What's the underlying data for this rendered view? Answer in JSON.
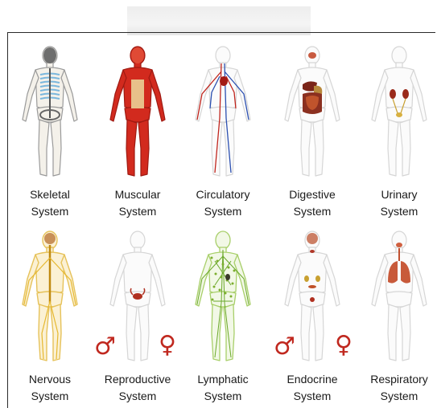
{
  "systems": [
    {
      "line1": "Skeletal",
      "line2": "System",
      "icon": "skeleton-figure",
      "color": "#8a8a8a"
    },
    {
      "line1": "Muscular",
      "line2": "System",
      "icon": "muscle-figure",
      "color": "#c8281e"
    },
    {
      "line1": "Circulatory",
      "line2": "System",
      "icon": "blood-vessels-figure",
      "color": "#b02020"
    },
    {
      "line1": "Digestive",
      "line2": "System",
      "icon": "digestive-organs-figure",
      "color": "#8b2a15"
    },
    {
      "line1": "Urinary",
      "line2": "System",
      "icon": "kidneys-figure",
      "color": "#9a2a1a"
    },
    {
      "line1": "Nervous",
      "line2": "System",
      "icon": "nerves-figure",
      "color": "#e6b830"
    },
    {
      "line1": "Reproductive",
      "line2": "System",
      "icon": "reproductive-figure",
      "color": "#b03020"
    },
    {
      "line1": "Lymphatic",
      "line2": "System",
      "icon": "lymph-figure",
      "color": "#7cae2e"
    },
    {
      "line1": "Endocrine",
      "line2": "System",
      "icon": "glands-figure",
      "color": "#b03828"
    },
    {
      "line1": "Respiratory",
      "line2": "System",
      "icon": "lungs-figure",
      "color": "#c04020"
    }
  ],
  "symbols": {
    "male": "♂",
    "female": "♀",
    "color": "#c0281f"
  }
}
